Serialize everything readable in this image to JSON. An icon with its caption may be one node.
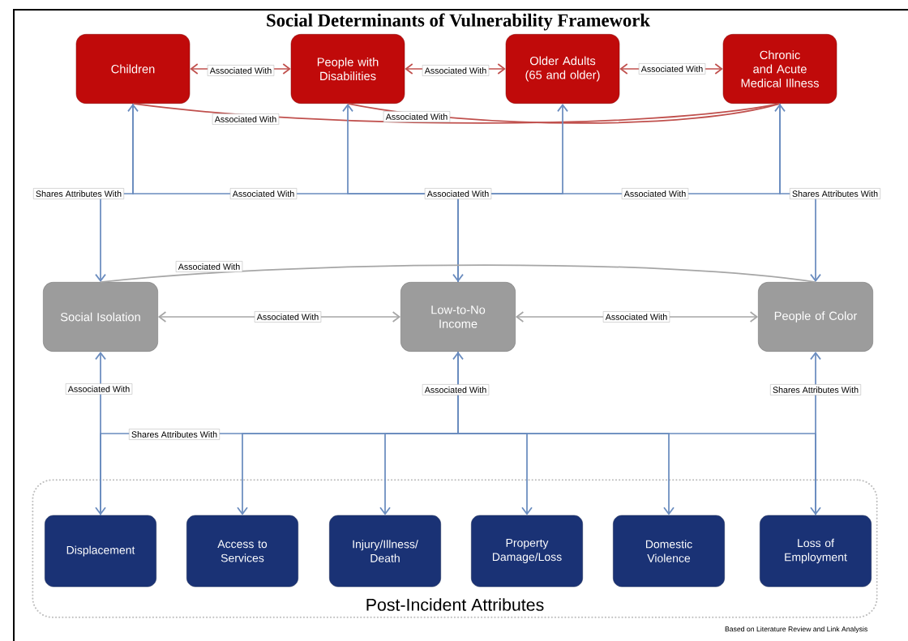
{
  "diagram": {
    "title": "Social Determinants of Vulnerability Framework",
    "nodes": [
      {
        "text": [
          "Children"
        ]
      },
      {
        "text": [
          "People with Disabilities"
        ]
      },
      {
        "text": [
          "Older Adults (65 and older)"
        ]
      },
      {
        "text": [
          "Chronic and Acute Medical Illness"
        ]
      },
      {
        "text": [
          "Social Isolation"
        ]
      },
      {
        "text": [
          "Low-to-No Income"
        ]
      },
      {
        "text": [
          "People of Color"
        ]
      },
      {
        "text": [
          "Post-Incident Attributes"
        ]
      },
      {
        "text": [
          "Displacement"
        ],
        "in": 7
      },
      {
        "text": [
          "Access to Services"
        ],
        "in": 7
      },
      {
        "text": [
          "Injury/Illness/ Death"
        ],
        "in": 7
      },
      {
        "text": [
          "Property Damage/Loss"
        ],
        "in": 7
      },
      {
        "text": [
          "Domestic Violence"
        ],
        "in": 7
      },
      {
        "text": [
          "Loss of Employment"
        ],
        "in": 7
      }
    ],
    "edges": [
      {
        "from": 0,
        "to": 1,
        "arrow": "both",
        "label": "Associated With",
        "color": "#c0504d"
      },
      {
        "from": 1,
        "to": 2,
        "arrow": "both",
        "label": "Associated With",
        "color": "#c0504d"
      },
      {
        "from": 2,
        "to": 3,
        "arrow": "both",
        "label": "Associated With",
        "color": "#c0504d"
      },
      {
        "from": 0,
        "to": 3,
        "arrow": "none",
        "label": "Associated With",
        "color": "#c0504d"
      },
      {
        "from": 1,
        "to": 3,
        "arrow": "none",
        "label": "Associated With",
        "color": "#c0504d"
      },
      {
        "from": 5,
        "to": 0,
        "arrow": "to",
        "label": "Associated With"
      },
      {
        "from": null,
        "to": 5,
        "arrow": "to",
        "label": "Associated With"
      },
      {
        "from": 5,
        "to": 1,
        "arrow": "to"
      },
      {
        "from": 5,
        "to": 2,
        "arrow": "to"
      },
      {
        "from": 5,
        "to": 3,
        "arrow": "to",
        "label": "Associated With"
      },
      {
        "from": 0,
        "to": 4,
        "arrow": "to",
        "label": "Shares Attributes With"
      },
      {
        "from": 3,
        "to": 6,
        "arrow": "to",
        "label": "Shares Attributes With"
      },
      {
        "from": 4,
        "to": 5,
        "arrow": "both",
        "label": "Associated With",
        "color": "#a6a6a6"
      },
      {
        "from": 5,
        "to": 6,
        "arrow": "both",
        "label": "Associated With",
        "color": "#a6a6a6"
      },
      {
        "from": 4,
        "to": 6,
        "arrow": "none",
        "label": "Associated With",
        "color": "#a6a6a6"
      },
      {
        "from": 8,
        "to": 4,
        "arrow": "to",
        "label": "Associated With"
      },
      {
        "from": null,
        "to": 5,
        "arrow": "to",
        "label": "Associated With"
      },
      {
        "from": 5,
        "to": 8,
        "arrow": "to",
        "label": "Shares Attributes With"
      },
      {
        "from": 5,
        "to": 9,
        "arrow": "to"
      },
      {
        "from": 5,
        "to": 10,
        "arrow": "to"
      },
      {
        "from": 5,
        "to": 11,
        "arrow": "to"
      },
      {
        "from": 5,
        "to": 12,
        "arrow": "to"
      },
      {
        "from": 5,
        "to": 13,
        "arrow": "to"
      },
      {
        "from": 13,
        "to": 6,
        "arrow": "to",
        "label": "Shares Attributes With"
      }
    ],
    "labels": [
      "Based on Literature Review and Link Analysis"
    ]
  }
}
